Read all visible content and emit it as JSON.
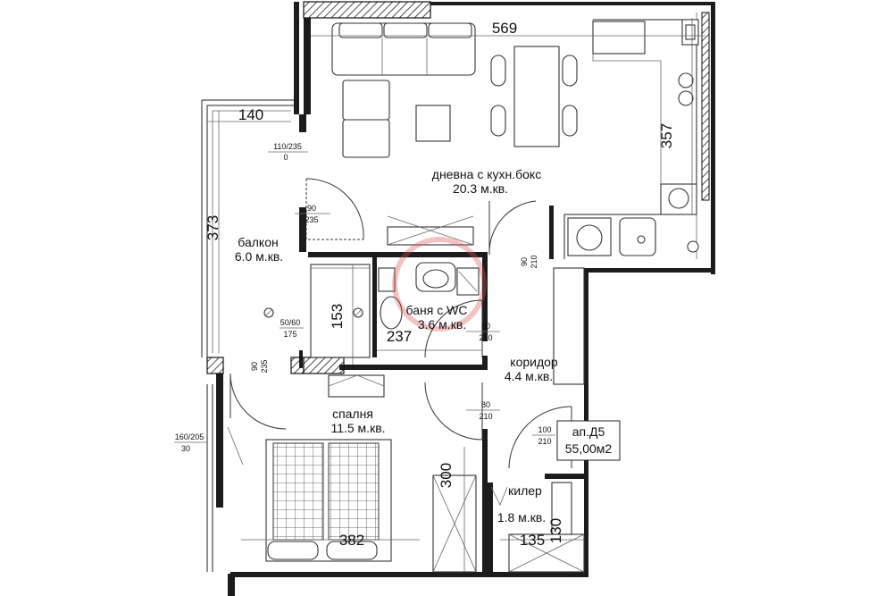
{
  "rooms": {
    "living": {
      "name": "дневна с кухн.бокс",
      "area": "20.3 м.кв."
    },
    "balcony": {
      "name": "балкон",
      "area": "6.0 м.кв."
    },
    "bathroom": {
      "name": "баня с WC",
      "area": "3.6 м.кв."
    },
    "corridor": {
      "name": "коридор",
      "area": "4.4 м.кв."
    },
    "bedroom": {
      "name": "спалня",
      "area": "11.5 м.кв."
    },
    "storage": {
      "name": "килер",
      "area": "1.8 м.кв."
    }
  },
  "apartment": {
    "code": "ап.Д5",
    "area": "55,00м2"
  },
  "dimensions": {
    "living_width": "569",
    "living_depth": "357",
    "balcony_width": "140",
    "balcony_length": "373",
    "bath_depth": "153",
    "bath_width": "237",
    "bedroom_length": "300",
    "bedroom_width": "382",
    "storage_width": "135",
    "storage_depth": "130"
  },
  "openings": {
    "balcony_window_top": "110/235",
    "balcony_window_bottom": "0",
    "living_balcony_door_top": "90",
    "living_balcony_door_bottom": "235",
    "corridor_living_door_top": "90",
    "corridor_living_door_bottom": "210",
    "small_window_top": "50/60",
    "small_window_bottom": "175",
    "bath_door_top": "80",
    "bath_door_bottom": "210",
    "bedroom_balcony_door_top": "90",
    "bedroom_balcony_door_bottom": "235",
    "bedroom_door_top": "80",
    "bedroom_door_bottom": "210",
    "entrance_door_top": "100",
    "entrance_door_bottom": "210",
    "bedroom_window_top": "160/205",
    "bedroom_window_bottom": "30"
  },
  "colors": {
    "wall": "#1c1c1c",
    "watermark": "#d9534f"
  }
}
